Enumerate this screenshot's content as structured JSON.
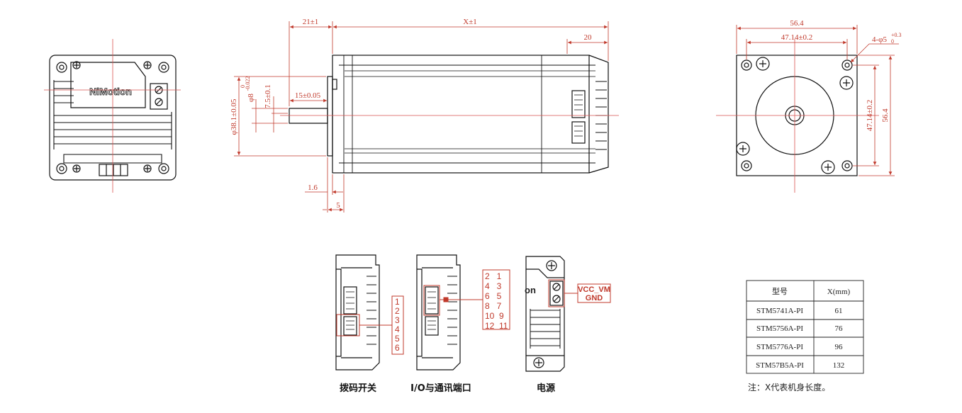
{
  "front_view": {
    "logo": "NiMotion"
  },
  "side_view": {
    "dims": {
      "front_offset": "21±1",
      "body_length": "X±1",
      "rear_section": "20",
      "flange_dia": "φ38.1±0.05",
      "shaft_dia": "φ8",
      "shaft_tol_upper": "0",
      "shaft_tol_lower": "-0.022",
      "flat_depth": "7.5±0.1",
      "flat_length": "15±0.05",
      "flange_thick": "1.6",
      "flange_depth": "5"
    }
  },
  "end_view": {
    "dims": {
      "width": "56.4",
      "hole_spacing_h": "47.14±0.2",
      "hole_spacing_v": "47.14±0.2",
      "height": "56.4",
      "holes": "4-φ5",
      "holes_tol_upper": "+0.3",
      "holes_tol_lower": "0"
    }
  },
  "details": {
    "dip": {
      "caption": "拨码开关",
      "pins": [
        "1",
        "2",
        "3",
        "4",
        "5",
        "6"
      ]
    },
    "io": {
      "caption": "I/O与通讯端口",
      "pin_rows": [
        "2   1",
        "4   3",
        "6   5",
        "8   7",
        "10  9",
        "12  11"
      ]
    },
    "power": {
      "caption": "电源",
      "logo_fragment": "on",
      "labels": [
        "VCC_VM",
        "GND"
      ]
    }
  },
  "table": {
    "headers": [
      "型号",
      "X(mm)"
    ],
    "rows": [
      [
        "STM5741A-PI",
        "61"
      ],
      [
        "STM5756A-PI",
        "76"
      ],
      [
        "STM5776A-PI",
        "96"
      ],
      [
        "STM57B5A-PI",
        "132"
      ]
    ],
    "note": "注：X代表机身长度。"
  },
  "colors": {
    "line": "#111111",
    "dimension": "#c0392b",
    "center": "#d9534f"
  }
}
